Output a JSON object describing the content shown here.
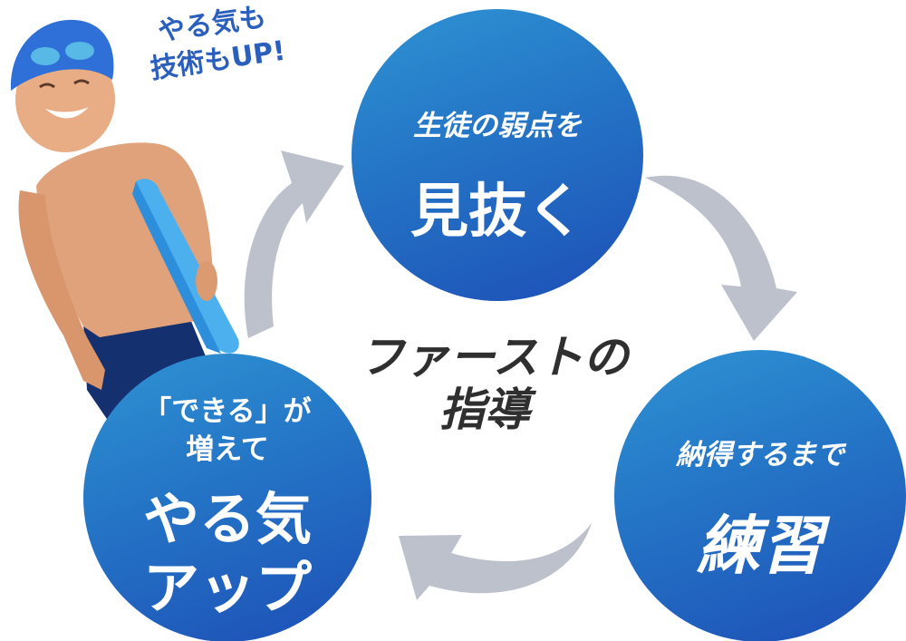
{
  "diagram": {
    "title_line1": "ファーストの",
    "title_line2": "指導",
    "callout_line1": "やる気も",
    "callout_line2": "技術もUP!",
    "steps": [
      {
        "small": "生徒の弱点を",
        "big": "見抜く"
      },
      {
        "small": "納得するまで",
        "big": "練習"
      },
      {
        "small1": "「できる」が",
        "small2": "増えて",
        "big1": "やる気",
        "big2": "アップ"
      }
    ],
    "colors": {
      "circle_start": "#2f93d3",
      "circle_end": "#1d4fb6",
      "arrow": "#bcc1cb",
      "title_text": "#2f2f2f",
      "callout_text": "#2a5fbd"
    }
  },
  "image": {
    "subject": "smiling child in blue swim cap and goggles holding blue kickboard"
  }
}
